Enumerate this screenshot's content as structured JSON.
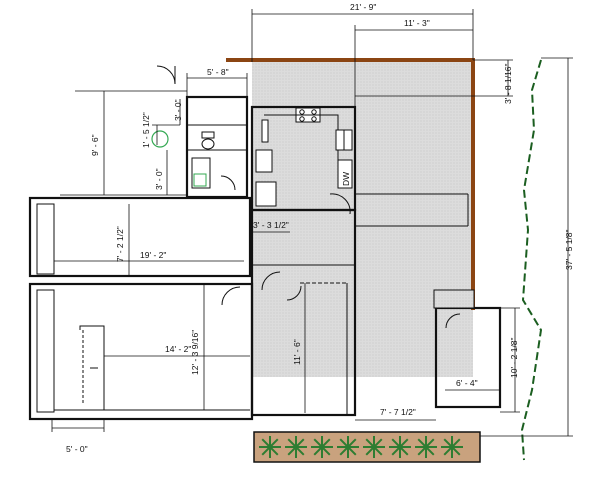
{
  "dimensions": {
    "overall_width": "21' - 9\"",
    "deck_width": "11' - 3\"",
    "entry_width": "5' - 8\"",
    "top_offset": "3' - 8 1/16\"",
    "overall_depth": "37' - 5 1/8\"",
    "bath_top": "3' - 0\"",
    "bath_mid": "1' - 5 1/2\"",
    "bath_low": "3' - 0\"",
    "entry_depth": "9' - 6\"",
    "hall_width": "3' - 3 1/2\"",
    "bedroom1_depth": "7' - 2 1/2\"",
    "bedroom1_width": "19' - 2\"",
    "living_width": "14' - 2\"",
    "living_depth": "12' - 3 9/16\"",
    "bedroom2_depth": "11' - 6\"",
    "shed_depth": "10' - 2 1/8\"",
    "shed_width": "6' - 4\"",
    "patio_width": "7' - 7 1/2\"",
    "bottom_left": "5' - 0\""
  },
  "labels": {
    "dishwasher": "DW"
  },
  "colors": {
    "fence": "#8B4513",
    "patio_fill": "#d9d9d9",
    "planter_fill": "#c9a27e",
    "plant_green": "#2e7d32",
    "dashed_boundary": "#1b5e20"
  },
  "icons": [
    "toilet-icon",
    "sink-icon",
    "plant-icon"
  ]
}
